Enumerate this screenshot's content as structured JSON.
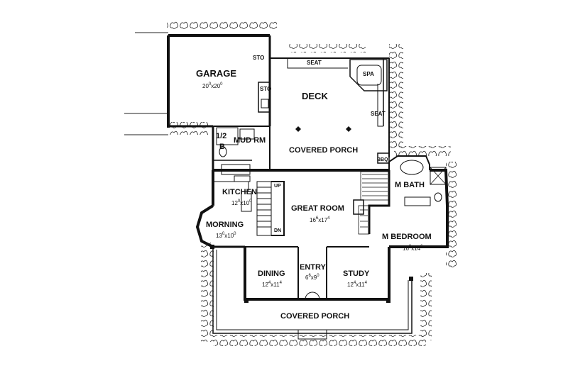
{
  "plan": {
    "rooms": {
      "garage": {
        "name": "GARAGE",
        "dim_w": "20",
        "dim_w_sup": "0",
        "dim_l": "20",
        "dim_l_sup": "0"
      },
      "deck": {
        "name": "DECK"
      },
      "covered_porch_rear": {
        "name": "COVERED PORCH"
      },
      "mud_rm": {
        "name": "MUD RM"
      },
      "half_bath": {
        "name": "1/2",
        "name2": "B"
      },
      "kitchen": {
        "name": "KITCHEN",
        "dim_w": "12",
        "dim_w_sup": "0",
        "dim_l": "10",
        "dim_l_sup": "0"
      },
      "great_room": {
        "name": "GREAT ROOM",
        "dim_w": "16",
        "dim_w_sup": "6",
        "dim_l": "17",
        "dim_l_sup": "4"
      },
      "m_bath": {
        "name": "M BATH"
      },
      "m_bedroom": {
        "name": "M BEDROOM",
        "dim_w": "16",
        "dim_w_sup": "8",
        "dim_l": "14",
        "dim_l_sup": "6"
      },
      "morning": {
        "name": "MORNING",
        "dim_w": "13",
        "dim_w_sup": "0",
        "dim_l": "10",
        "dim_l_sup": "0"
      },
      "dining": {
        "name": "DINING",
        "dim_w": "12",
        "dim_w_sup": "4",
        "dim_l": "11",
        "dim_l_sup": "4"
      },
      "entry": {
        "name": "ENTRY",
        "dim_w": "6",
        "dim_w_sup": "6",
        "dim_l": "9",
        "dim_l_sup": "0"
      },
      "study": {
        "name": "STUDY",
        "dim_w": "12",
        "dim_w_sup": "4",
        "dim_l": "11",
        "dim_l_sup": "4"
      },
      "covered_porch_front": {
        "name": "COVERED PORCH"
      }
    },
    "labels": {
      "sto_top": "STO",
      "sto_side": "STO",
      "seat_top": "SEAT",
      "seat_side": "SEAT",
      "spa": "SPA",
      "bbq": "BBQ",
      "up": "UP",
      "dn": "DN"
    },
    "dim_separator": "x"
  }
}
